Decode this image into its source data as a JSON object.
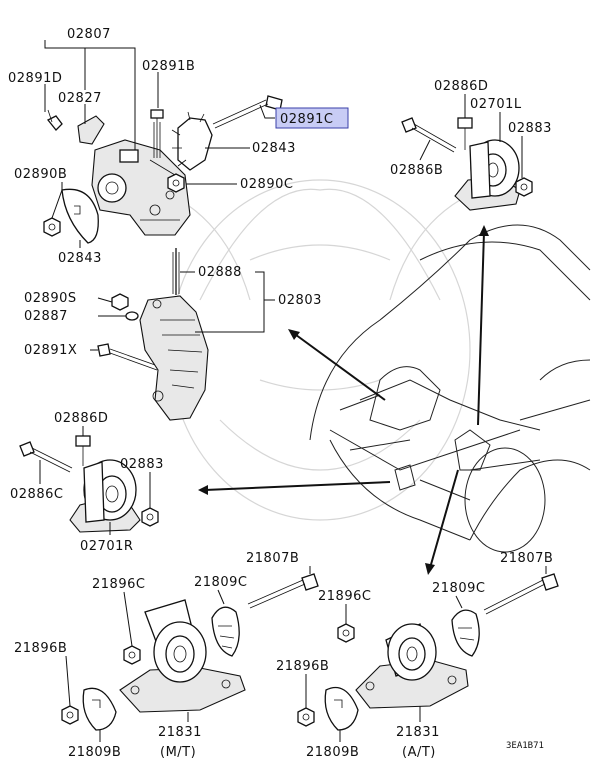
{
  "highlight_color": "#c8ccf5",
  "labels": {
    "l02807": "02807",
    "l02891D": "02891D",
    "l02827": "02827",
    "l02891B": "02891B",
    "l02891C": "02891C",
    "l02843a": "02843",
    "l02890B": "02890B",
    "l02890C": "02890C",
    "l02843b": "02843",
    "l02888": "02888",
    "l02890S": "02890S",
    "l02803": "02803",
    "l02887": "02887",
    "l02891X": "02891X",
    "l02886D_top": "02886D",
    "l02701L": "02701L",
    "l02883_top": "02883",
    "l02886B": "02886B",
    "l02886D_mid": "02886D",
    "l02883_mid": "02883",
    "l02886C": "02886C",
    "l02701R": "02701R",
    "l21807B_left": "21807B",
    "l21807B_right": "21807B",
    "l21896C_left": "21896C",
    "l21809C_left": "21809C",
    "l21896C_right": "21896C",
    "l21809C_right": "21809C",
    "l21896B_left": "21896B",
    "l21896B_right": "21896B",
    "l21831_left": "21831",
    "l21831_right": "21831",
    "l21809B_left": "21809B",
    "l21809B_right": "21809B",
    "mt": "(M/T)",
    "at": "(A/T)",
    "figure_code": "3EA1B71"
  }
}
